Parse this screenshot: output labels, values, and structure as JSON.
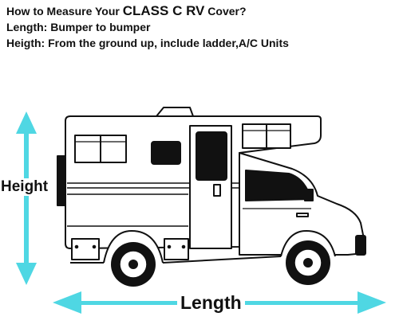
{
  "instructions": {
    "title_prefix": "How to Measure Your",
    "title_emphasis": "CLASS C RV",
    "title_suffix": "Cover?",
    "length_line": "Length: Bumper to bumper",
    "height_line": "Heigth: From the ground up, include ladder,A/C Units"
  },
  "dimensions": {
    "height_label": "Height",
    "length_label": "Length"
  },
  "colors": {
    "arrow": "#4fd7e3",
    "outline": "#111111",
    "panel_dark": "#111111",
    "background": "#ffffff"
  },
  "icons": {
    "vehicle": "class-c-rv-illustration"
  }
}
